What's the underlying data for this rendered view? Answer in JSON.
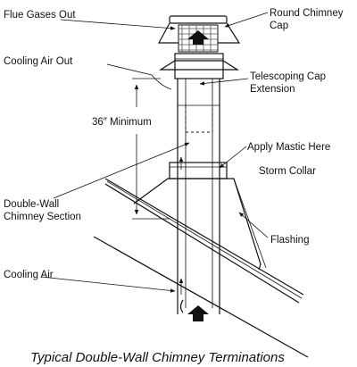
{
  "labels": {
    "flue_gases_out": "Flue Gases Out",
    "round_chimney_cap_line1": "Round Chimney",
    "round_chimney_cap_line2": "Cap",
    "cooling_air_out": "Cooling Air Out",
    "telescoping_cap_line1": "Telescoping Cap",
    "telescoping_cap_line2": "Extension",
    "minimum": "36″ Minimum",
    "apply_mastic": "Apply Mastic Here",
    "storm_collar": "Storm Collar",
    "double_wall_line1": "Double-Wall",
    "double_wall_line2": "Chimney Section",
    "flashing": "Flashing",
    "cooling_air": "Cooling Air"
  },
  "caption": "Typical Double-Wall Chimney Terminations",
  "icons": [
    "arrow-up-icon"
  ]
}
